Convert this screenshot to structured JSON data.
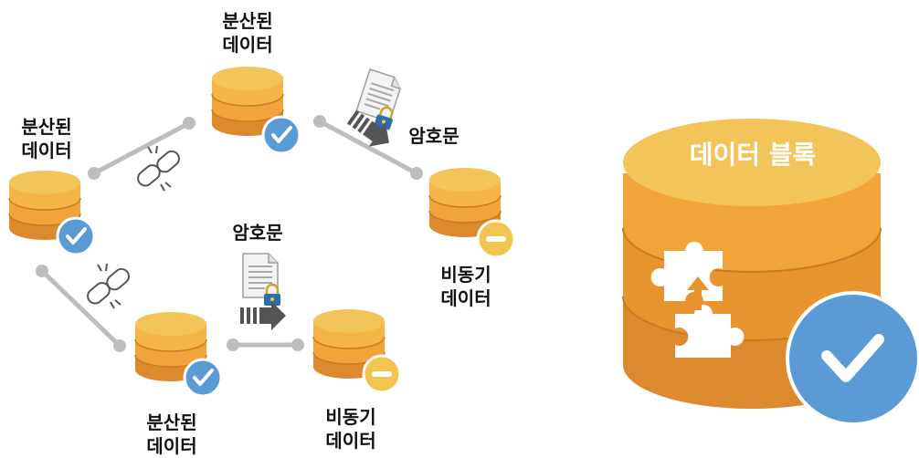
{
  "nodes": [
    {
      "id": "top",
      "kind": "distributed",
      "status": "check",
      "label_lines": [
        "분산된",
        "데이터"
      ]
    },
    {
      "id": "left",
      "kind": "distributed",
      "status": "check",
      "label_lines": [
        "분산된",
        "데이터"
      ]
    },
    {
      "id": "bottom",
      "kind": "distributed",
      "status": "check",
      "label_lines": [
        "분산된",
        "데이터"
      ]
    },
    {
      "id": "right",
      "kind": "async",
      "status": "minus",
      "label_lines": [
        "비동기",
        "데이터"
      ]
    },
    {
      "id": "bottom-right",
      "kind": "async",
      "status": "minus",
      "label_lines": [
        "비동기",
        "데이터"
      ]
    }
  ],
  "ciphertext_labels": [
    "암호문",
    "암호문"
  ],
  "block": {
    "title": "데이터 블록"
  },
  "colors": {
    "db_top": "#F2C45A",
    "db_mid": "#F0A43A",
    "db_low": "#DD8A2E",
    "check_blue": "#5B9BD5",
    "minus_yellow": "#F1C54F",
    "connector": "#BDBDBD",
    "arrow_dark": "#555555"
  },
  "icons": [
    "database-icon",
    "check-icon",
    "minus-icon",
    "broken-link-icon",
    "locked-document-icon",
    "arrow-icon",
    "puzzle-icon"
  ]
}
